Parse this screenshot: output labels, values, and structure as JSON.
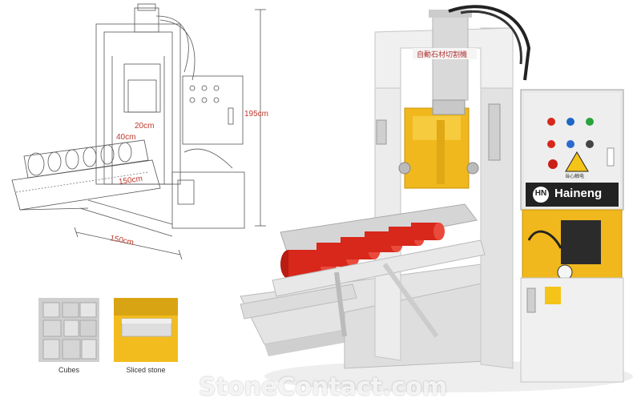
{
  "dimensions": {
    "height": "195cm",
    "width_bottom": "150cm",
    "width_diagonal": "150cm",
    "blade": "20cm",
    "conveyor": "40cm"
  },
  "samples": [
    {
      "caption": "Cubes"
    },
    {
      "caption": "Sliced stone"
    }
  ],
  "machine": {
    "brand": "Haineng",
    "header_text": "自動石材切割機",
    "warning_text": "当心触电"
  },
  "watermark": "StoneContact.com",
  "colors": {
    "frame": "#e9e9e9",
    "yellow": "#f0b81c",
    "red": "#d8271b",
    "dimension": "#c0392b"
  }
}
